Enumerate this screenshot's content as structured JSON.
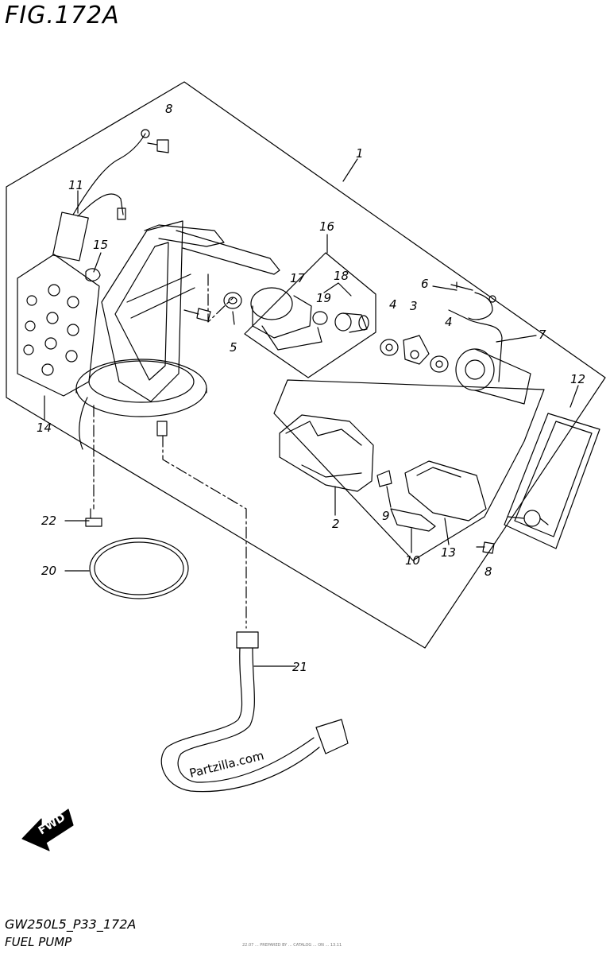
{
  "figure": {
    "title": "FIG.172A",
    "model_code": "GW250L5_P33_172A",
    "name": "FUEL PUMP",
    "watermark": "Partzilla.com",
    "direction_arrow": "FWD",
    "fine_print": "22.07 ... PREPARED BY ... CATALOG ... ON ... 13.11"
  },
  "callouts": [
    "1",
    "2",
    "3",
    "4",
    "4",
    "5",
    "6",
    "7",
    "8",
    "8",
    "9",
    "10",
    "11",
    "12",
    "13",
    "14",
    "15",
    "16",
    "17",
    "18",
    "19",
    "20",
    "21",
    "22"
  ],
  "colors": {
    "line": "#000000",
    "background": "#ffffff"
  }
}
